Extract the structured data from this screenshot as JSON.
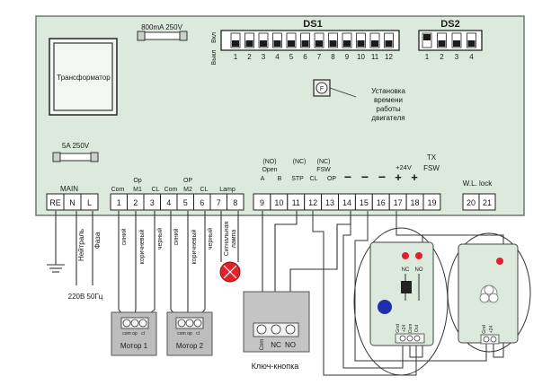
{
  "board": {
    "fuse_top": "800mA 250V",
    "fuse_left": "5A 250V",
    "transformer_label": "Трансформатор",
    "timer_button_label": "F",
    "timer_text": [
      "Установка",
      "времени",
      "работы",
      "двигателя"
    ]
  },
  "ds1": {
    "title": "DS1",
    "on_label": "Вкл",
    "off_label": "Выкл",
    "switch_numbers": [
      "1",
      "2",
      "3",
      "4",
      "5",
      "6",
      "7",
      "8",
      "9",
      "10",
      "11",
      "12"
    ]
  },
  "ds2": {
    "title": "DS2",
    "switch_numbers": [
      "1",
      "2",
      "3",
      "4"
    ]
  },
  "terminal_headers": {
    "main": "MAIN",
    "com1": "Com",
    "op1": "Op",
    "m1": "M1",
    "cl1": "CL",
    "com2": "Com",
    "op2": "OP",
    "m2": "M2",
    "cl2": "CL",
    "lamp": "Lamp",
    "no_open_1": "(NO)",
    "no_open_2": "Open",
    "a": "A",
    "b": "B",
    "stp_nc": "(NC)",
    "stp": "STP",
    "fsw_nc": "(NC)",
    "fsw": "FSW",
    "cl3": "CL",
    "op3": "OP",
    "minus1": "−",
    "minus2": "−",
    "minus3": "−",
    "plus24v": "+24V",
    "plus1": "+",
    "plus2": "+",
    "tx": "TX",
    "txfsw": "FSW",
    "wl_lock": "W.L. lock"
  },
  "terminals_main": [
    "RE",
    "N",
    "L"
  ],
  "terminals_motor": [
    "1",
    "2",
    "3",
    "4",
    "5",
    "6",
    "7",
    "8"
  ],
  "terminals_io": [
    "9",
    "10",
    "11",
    "12",
    "13",
    "14",
    "15",
    "16",
    "17",
    "18",
    "19"
  ],
  "terminals_lock": [
    "20",
    "21"
  ],
  "wire_labels": {
    "neutral": "Нейтраль",
    "phase": "Фаза",
    "mains": "220В 50Гц",
    "m1_blue": "синий",
    "m1_brown": "коричневый",
    "m1_black": "черный",
    "m2_blue": "синий",
    "m2_brown": "коричневый",
    "m2_black": "черный",
    "signal_lamp_1": "Сигнальная",
    "signal_lamp_2": "лампа"
  },
  "motors": {
    "motor1": "Мотор 1",
    "motor2": "Мотор 2",
    "terminal_labels": [
      "com",
      "op",
      "cl"
    ]
  },
  "key_switch": {
    "label": "Ключ-кнопка",
    "terminals": [
      "Com",
      "NC",
      "NO"
    ]
  },
  "photocells": {
    "receiver_top": [
      "NC",
      "NO"
    ],
    "receiver_terminals": [
      "Gnd",
      "+24",
      "Com",
      "Out"
    ],
    "transmitter_terminals": [
      "Gnd",
      "+24"
    ]
  },
  "colors": {
    "board": "#dbeadc",
    "board_border": "#6e786e",
    "line": "#3a3a3a",
    "red": "#e0232b",
    "blue": "#1f2fa8",
    "grey_box": "#bdbdbd"
  }
}
